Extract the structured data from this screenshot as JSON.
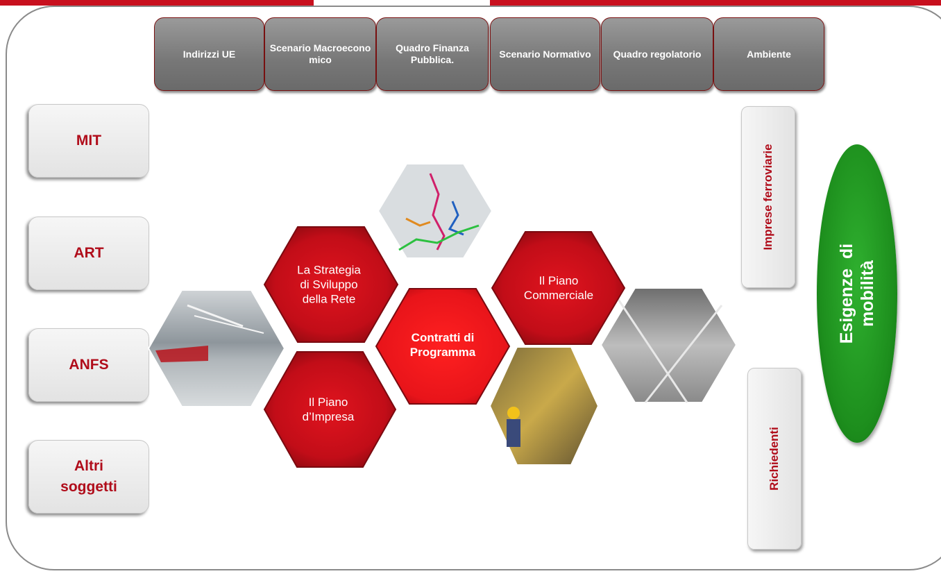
{
  "top_boxes": [
    {
      "label": "Indirizzi UE"
    },
    {
      "label": "Scenario Macroecono mico"
    },
    {
      "label": "Quadro Finanza Pubblica."
    },
    {
      "label": "Scenario Normativo"
    },
    {
      "label": "Quadro regolatorio"
    },
    {
      "label": "Ambiente"
    }
  ],
  "left_boxes": [
    {
      "label": "MIT"
    },
    {
      "label": "ART"
    },
    {
      "label": "ANFS"
    },
    {
      "label": "Altri soggetti"
    }
  ],
  "right_boxes": {
    "imprese": "Imprese ferroviarie",
    "richiedenti": "Richiedenti"
  },
  "oval": {
    "line1": "Esigenze  di",
    "line2": "mobilità"
  },
  "hexagons": {
    "strategia": {
      "l1": "La Strategia",
      "l2": "di Sviluppo",
      "l3": "della Rete"
    },
    "piano_impresa": {
      "l1": "Il Piano",
      "l2": "d’Impresa"
    },
    "contratti": {
      "l1": "Contratti di",
      "l2": "Programma"
    },
    "piano_commerciale": {
      "l1": "Il Piano",
      "l2": "Commerciale"
    }
  },
  "images": [
    "station-photo",
    "railway-map",
    "workers-photo",
    "rails-photo"
  ],
  "colors": {
    "accent_red": "#c8101e",
    "text_red": "#b00c1a",
    "green": "#1d8e1d",
    "gray_box": "#7f7f7f"
  }
}
